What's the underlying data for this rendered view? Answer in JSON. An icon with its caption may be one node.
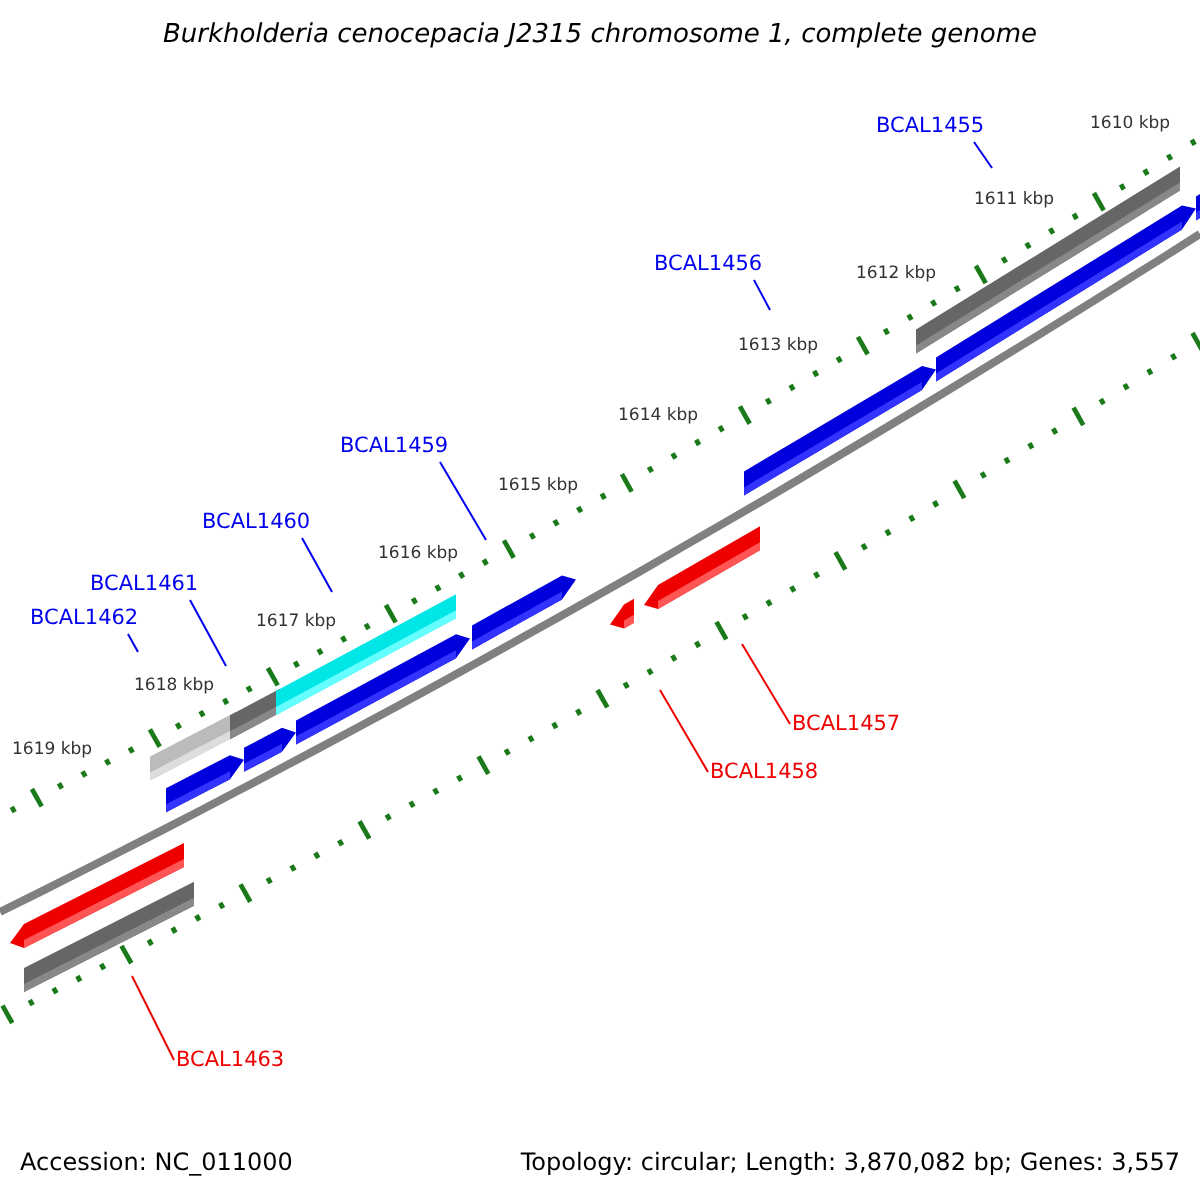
{
  "diagram": {
    "title": "Burkholderia cenocepacia J2315 chromosome 1, complete genome",
    "nodes": [
      {
        "text": [
          "BCAL1455"
        ]
      },
      {
        "text": [
          "BCAL1456"
        ]
      },
      {
        "text": [
          "BCAL1459"
        ]
      },
      {
        "text": [
          "BCAL1460"
        ]
      },
      {
        "text": [
          "BCAL1461"
        ]
      },
      {
        "text": [
          "BCAL1462"
        ]
      },
      {
        "text": [
          "BCAL1457"
        ]
      },
      {
        "text": [
          "BCAL1458"
        ]
      },
      {
        "text": [
          "BCAL1463"
        ]
      }
    ],
    "edges": [
      {
        "from": 0,
        "to": null,
        "arrow": "none"
      },
      {
        "from": 1,
        "to": null,
        "arrow": "none"
      },
      {
        "from": 2,
        "to": null,
        "arrow": "none"
      },
      {
        "from": 3,
        "to": null,
        "arrow": "none"
      },
      {
        "from": 4,
        "to": null,
        "arrow": "none"
      },
      {
        "from": 5,
        "to": null,
        "arrow": "none"
      },
      {
        "from": 6,
        "to": null,
        "arrow": "none",
        "color": "#ee0000"
      },
      {
        "from": 7,
        "to": null,
        "arrow": "none",
        "color": "#ee0000"
      },
      {
        "from": 8,
        "to": null,
        "arrow": "none",
        "color": "#ee0000"
      }
    ],
    "labels": [
      "1610 kbp",
      "1611 kbp",
      "1612 kbp",
      "1613 kbp",
      "1614 kbp",
      "1615 kbp",
      "1616 kbp",
      "1617 kbp",
      "1618 kbp",
      "1619 kbp",
      "Accession: NC_011000",
      "Topology: circular; Length: 3,870,082 bp; Genes: 3,557"
    ]
  }
}
